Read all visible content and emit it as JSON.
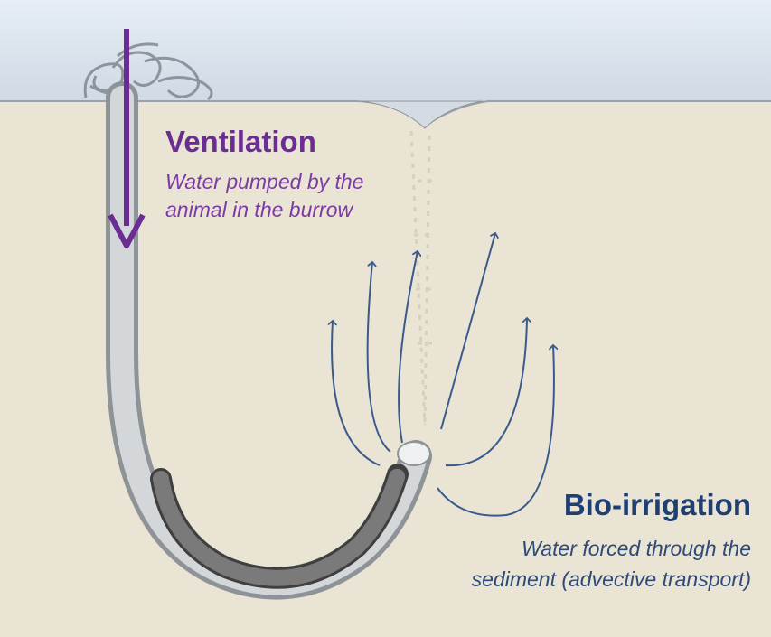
{
  "ventilation": {
    "title": "Ventilation",
    "line1": "Water pumped by the",
    "line2": "animal in the burrow",
    "color": "#6b2d93"
  },
  "bio_irrigation": {
    "title": "Bio-irrigation",
    "line1": "Water forced through the",
    "line2": "sediment (advective transport)",
    "color": "#1f3f73"
  },
  "colors": {
    "water": "#dfe7ef",
    "sediment": "#e9e4d4",
    "burrow": "#c9ccce",
    "worm": "#5a5a5a",
    "flow_arrows": "#3a5a8c"
  }
}
